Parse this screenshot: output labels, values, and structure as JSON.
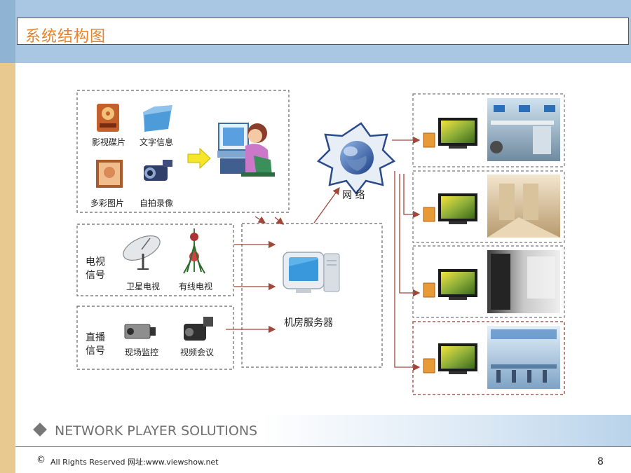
{
  "slide": {
    "title": "系统结构图",
    "footer_text": "NETWORK PLAYER SOLUTIONS",
    "copyright": "All Rights Reserved 网址:www.viewshow.net",
    "page_number": "8"
  },
  "diagram": {
    "sources": {
      "dvd": "影视碟片",
      "text_info": "文字信息",
      "pictures": "多彩图片",
      "self_recording": "自拍录像"
    },
    "tv_signal": {
      "label_line1": "电视",
      "label_line2": "信号",
      "satellite": "卫星电视",
      "cable": "有线电视"
    },
    "live_signal": {
      "label_line1": "直播",
      "label_line2": "信号",
      "monitoring": "现场监控",
      "video_conference": "视频会议"
    },
    "network": "网 络",
    "server": "机房服务器"
  },
  "colors": {
    "title": "#e8832a",
    "arrow": "#a0473a",
    "top_band": "#a9c6e2",
    "left_bar": "#e8c98f"
  }
}
